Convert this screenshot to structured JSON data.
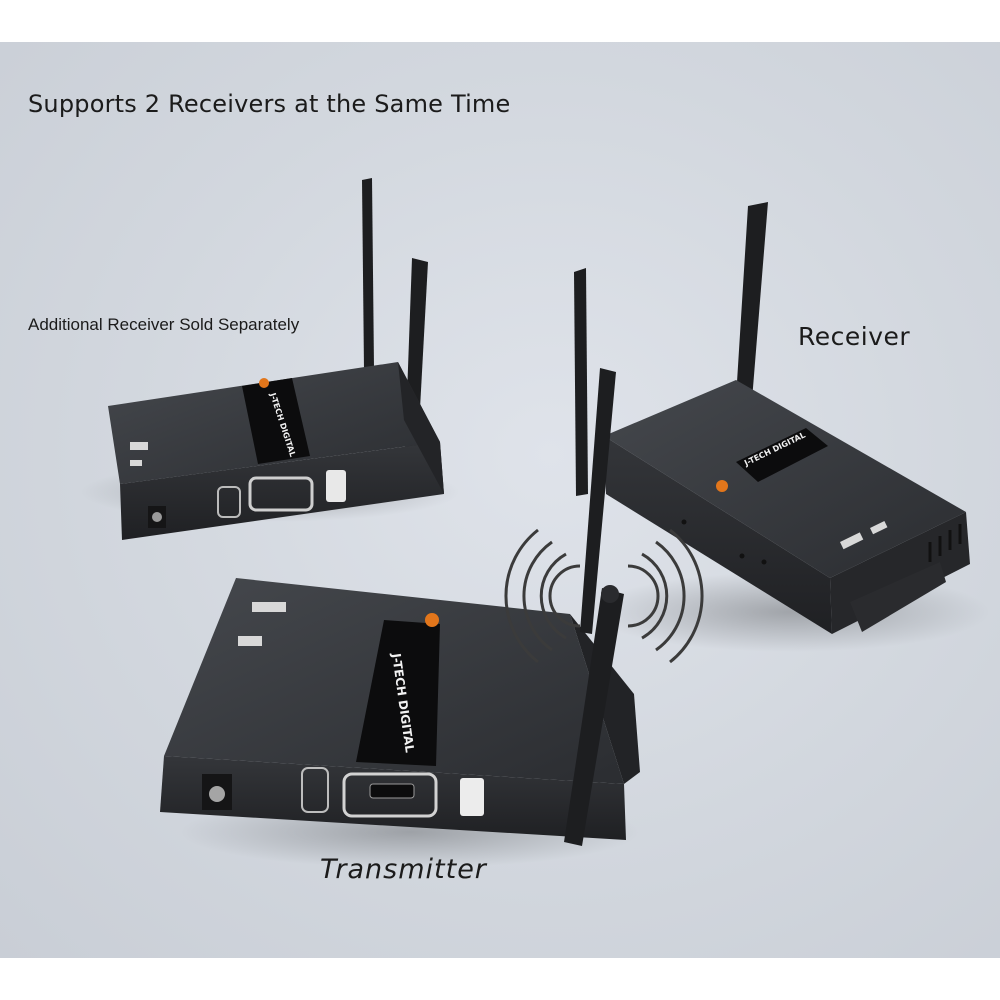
{
  "headline": "Supports 2 Receivers at the Same Time",
  "additional_receiver_note": "Additional Receiver Sold Separately",
  "receiver_label": "Receiver",
  "transmitter_label": "Transmitter",
  "brand": "J-TECH DIGITAL",
  "colors": {
    "device_body": "#2e3033",
    "device_top": "#3a3c40",
    "antenna": "#1d1e20",
    "logo_orange": "#e2761b",
    "background": "#d5d9e0"
  }
}
